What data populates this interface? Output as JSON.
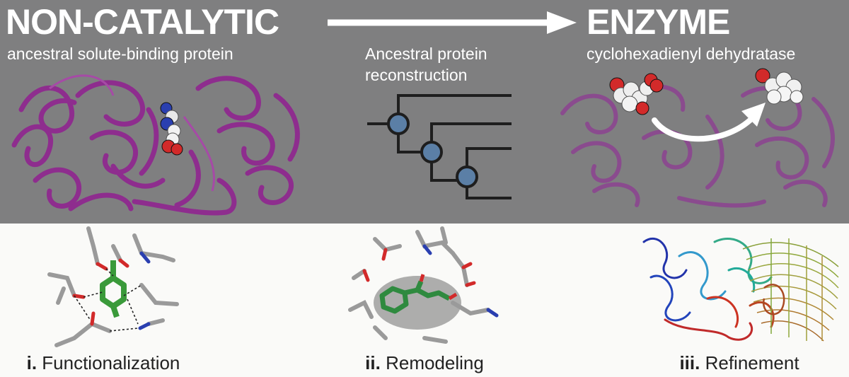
{
  "header": {
    "left_title": "NON-CATALYTIC",
    "right_title": "ENZYME",
    "left_subtitle": "ancestral solute-binding protein",
    "middle_label_line1": "Ancestral protein",
    "middle_label_line2": "reconstruction",
    "right_subtitle": "cyclohexadienyl dehydratase"
  },
  "steps": [
    {
      "numeral": "i.",
      "label": "Functionalization"
    },
    {
      "numeral": "ii.",
      "label": "Remodeling"
    },
    {
      "numeral": "iii.",
      "label": "Refinement"
    }
  ],
  "colors": {
    "top_background": "#7f7f80",
    "protein_ribbon": "#8e2d8e",
    "tree_node": "#5b7fa6",
    "carbon_grey": "#9a9a9a",
    "ligand_green": "#3a9a3a",
    "oxygen_red": "#d22a2a",
    "nitrogen_blue": "#2a3fb0"
  }
}
